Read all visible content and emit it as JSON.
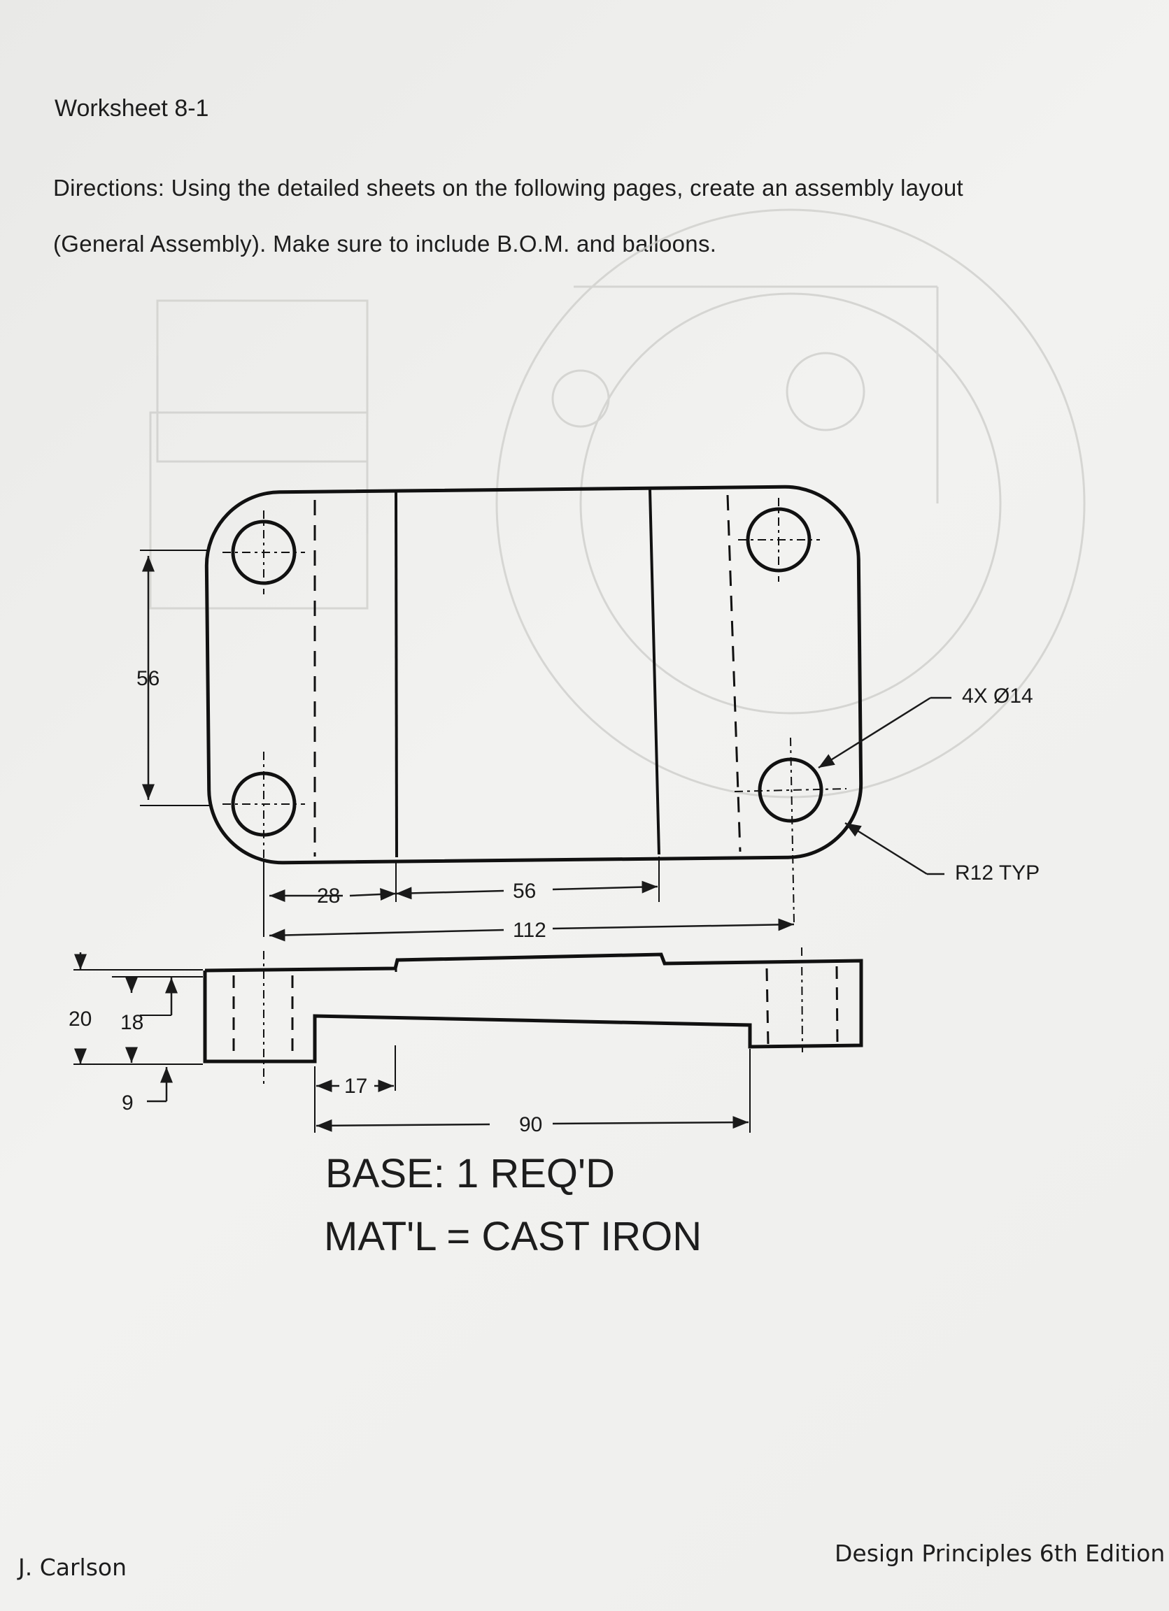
{
  "header": {
    "title": "Worksheet 8-1",
    "directions_line1": "Directions: Using the detailed sheets on the following pages, create an assembly layout",
    "directions_line2": "(General Assembly). Make sure to include B.O.M. and balloons."
  },
  "drawing": {
    "dimensions": {
      "height_56": "56",
      "d28": "28",
      "d56": "56",
      "d112": "112",
      "d20": "20",
      "d18": "18",
      "d9": "9",
      "d17": "17",
      "d90": "90"
    },
    "callouts": {
      "holes": "4X Ø14",
      "radius": "R12 TYP"
    }
  },
  "caption": {
    "line1": "BASE: 1 REQ'D",
    "line2": "MAT'L = CAST IRON"
  },
  "footer": {
    "author": "J. Carlson",
    "book": "Design Principles 6th Edition"
  }
}
